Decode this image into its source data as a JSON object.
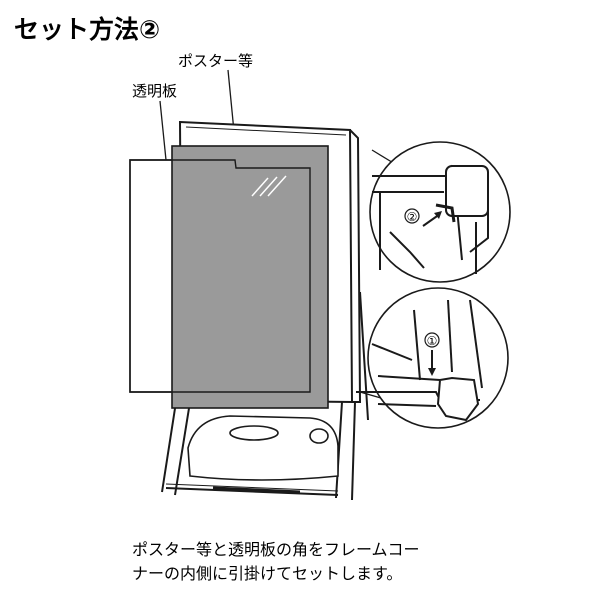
{
  "title": "セット方法②",
  "labels": {
    "poster": "ポスター等",
    "acrylic_panel": "透明板"
  },
  "step_markers": {
    "step1": "①",
    "step2": "②"
  },
  "caption": {
    "line1": "ポスター等と透明板の角をフレームコー",
    "line2": "ナーの内側に引掛けてセットします。"
  },
  "colors": {
    "poster_fill": "#9a9a9a",
    "line": "#1a1a1a",
    "background": "#ffffff"
  }
}
